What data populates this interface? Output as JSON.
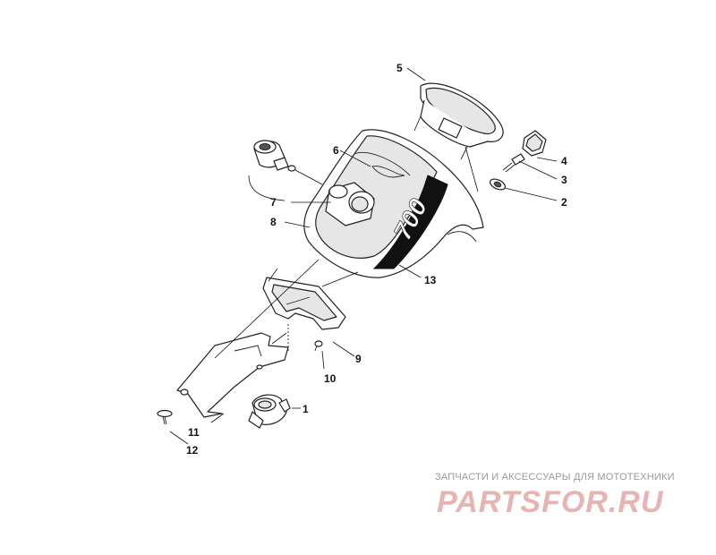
{
  "callouts": [
    {
      "id": "1",
      "label": "1"
    },
    {
      "id": "2",
      "label": "2"
    },
    {
      "id": "3",
      "label": "3"
    },
    {
      "id": "4",
      "label": "4"
    },
    {
      "id": "5",
      "label": "5"
    },
    {
      "id": "6",
      "label": "6"
    },
    {
      "id": "7",
      "label": "7"
    },
    {
      "id": "8",
      "label": "8"
    },
    {
      "id": "9",
      "label": "9"
    },
    {
      "id": "10",
      "label": "10"
    },
    {
      "id": "11",
      "label": "11"
    },
    {
      "id": "12",
      "label": "12"
    },
    {
      "id": "13",
      "label": "13"
    }
  ],
  "cover_marking": "700",
  "watermark": {
    "caption": "ЗАПЧАСТИ И АКСЕССУАРЫ ДЛЯ МОТОТЕХНИКИ",
    "logo": "PARTSFOR.RU",
    "logo_color": "#e8b3b3",
    "caption_color": "#9a9a9a"
  }
}
